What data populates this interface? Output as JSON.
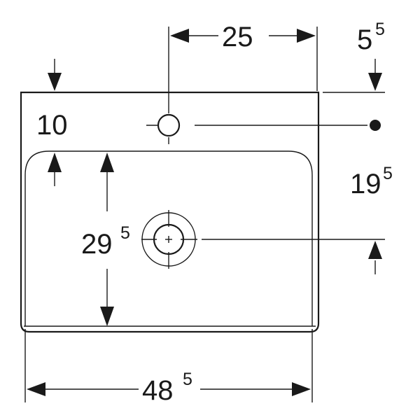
{
  "dimensions": {
    "top_width": {
      "main": "25",
      "sup": ""
    },
    "right_offset": {
      "main": "5",
      "sup": "5"
    },
    "left_offset": {
      "main": "10",
      "sup": ""
    },
    "right_height": {
      "main": "19",
      "sup": "5"
    },
    "bowl_depth": {
      "main": "29",
      "sup": "5"
    },
    "overall_width": {
      "main": "48",
      "sup": "5"
    }
  },
  "colors": {
    "ink": "#1a1a1a",
    "background": "#ffffff"
  }
}
